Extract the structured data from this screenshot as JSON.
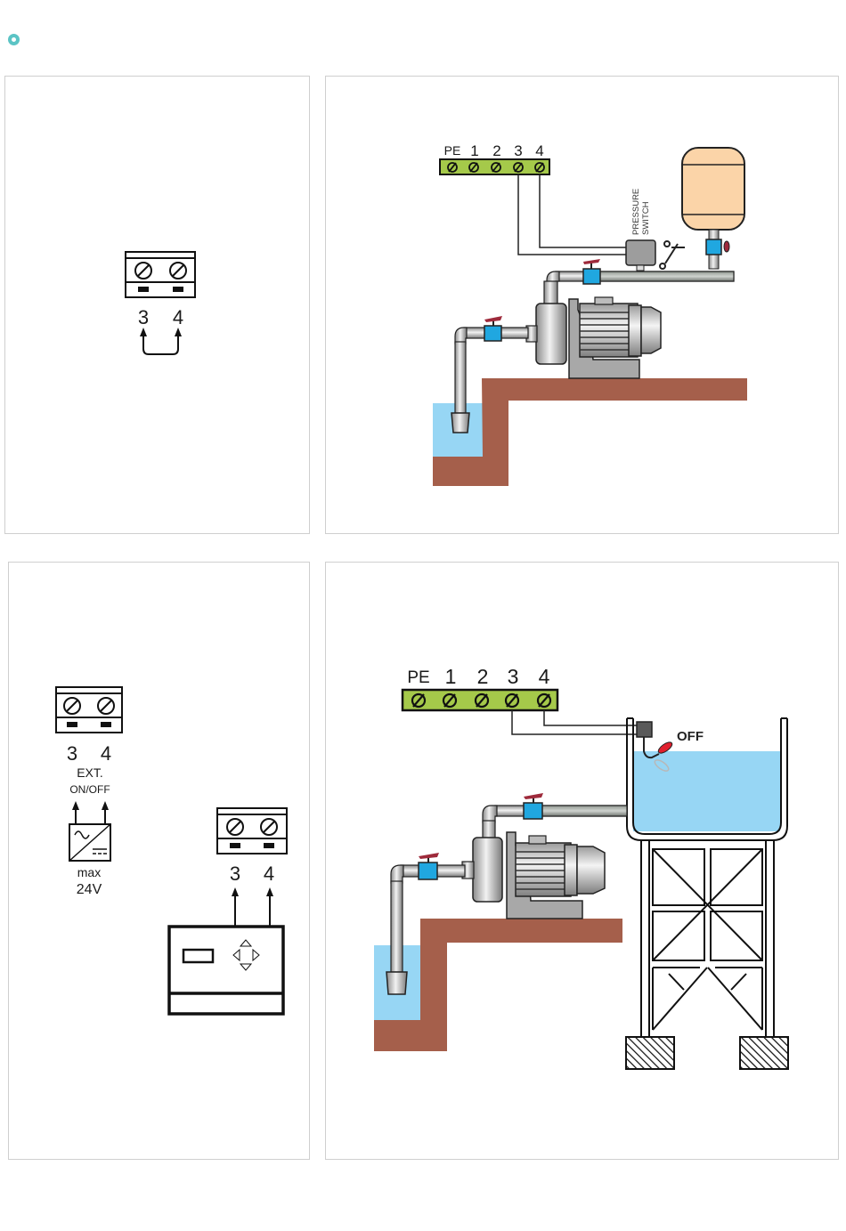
{
  "page": {
    "marker_icon": "teal-ring-bullet",
    "accent_color": "#5bc4c5"
  },
  "panel_1": {
    "terminal_block": {
      "terminals": [
        "3",
        "4"
      ]
    },
    "description": "terminals 3 and 4 bridged with jumper"
  },
  "panel_2": {
    "terminal_strip": {
      "labels": [
        "PE",
        "1",
        "2",
        "3",
        "4"
      ],
      "color": "#a5c94a"
    },
    "pressure_switch_label_line1": "PRESSURE",
    "pressure_switch_label_line2": "SWITCH",
    "tank_color": "#fbd4a8",
    "water_color": "#97d6f4",
    "ground_color": "#a55f4b"
  },
  "panel_3": {
    "terminal_block_left": {
      "terminals": [
        "3",
        "4"
      ]
    },
    "ext_label": "EXT.",
    "on_off_label": "ON/OFF",
    "max_label": "max",
    "voltage_label": "24V",
    "terminal_block_right": {
      "terminals": [
        "3",
        "4"
      ]
    },
    "controller_icon": "control-unit-with-navigation-arrows"
  },
  "panel_4": {
    "terminal_strip": {
      "labels": [
        "PE",
        "1",
        "2",
        "3",
        "4"
      ],
      "color": "#a5c94a"
    },
    "float_state_label": "OFF",
    "float_color": "#e0202e",
    "water_color": "#97d6f4",
    "ground_color": "#a55f4b"
  }
}
